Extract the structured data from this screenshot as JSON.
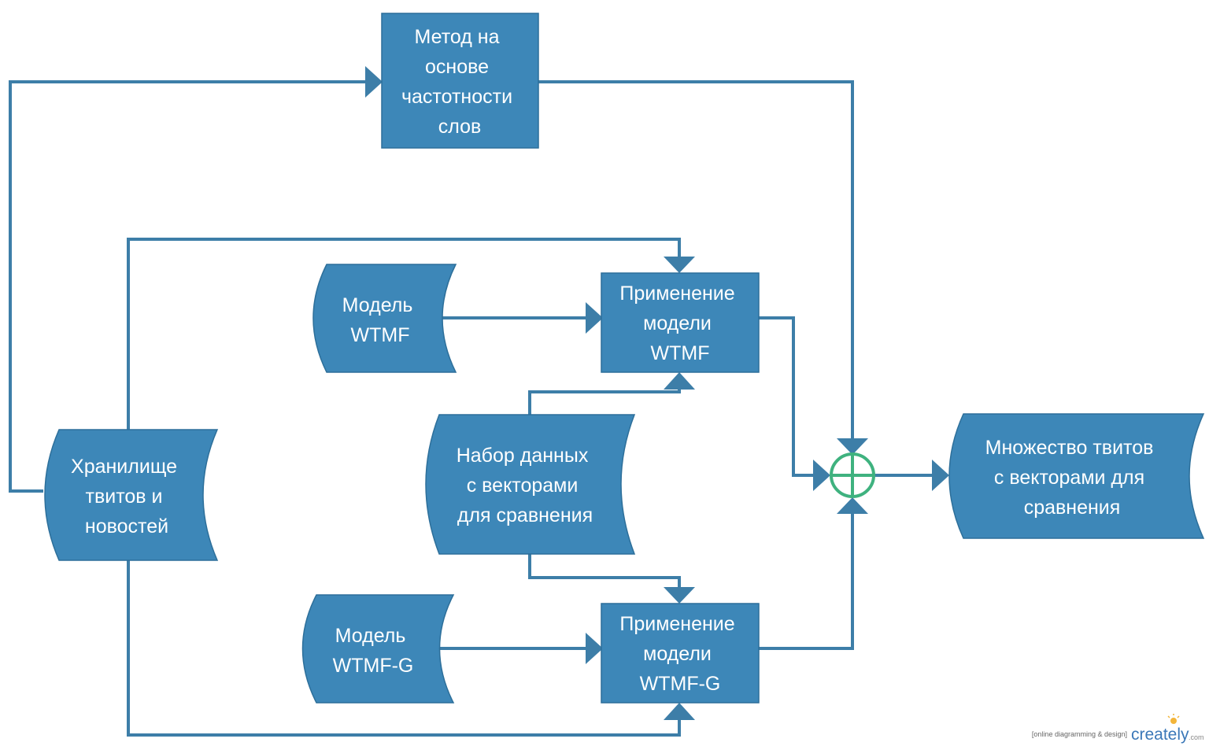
{
  "nodes": {
    "word_frequency_method": {
      "lines": [
        "Метод на",
        "основе",
        "частотности",
        "слов"
      ]
    },
    "apply_wtmf": {
      "lines": [
        "Применение",
        "модели",
        "WTMF"
      ]
    },
    "model_wtmf": {
      "lines": [
        "Модель",
        "WTMF"
      ]
    },
    "dataset_vectors": {
      "lines": [
        "Набор данных",
        "с векторами",
        "для сравнения"
      ]
    },
    "tweet_news_storage": {
      "lines": [
        "Хранилище",
        "твитов и",
        "новостей"
      ]
    },
    "model_wtmf_g": {
      "lines": [
        "Модель",
        "WTMF-G"
      ]
    },
    "apply_wtmf_g": {
      "lines": [
        "Применение",
        "модели",
        "WTMF-G"
      ]
    },
    "tweet_set_vectors": {
      "lines": [
        "Множество твитов",
        "с векторами для",
        "сравнения"
      ]
    }
  },
  "watermark": {
    "tagline": "[online diagramming & design]",
    "brand": "creately",
    "domain": ".com"
  },
  "colors": {
    "node_fill": "#3d87b8",
    "connector": "#3d7ea8",
    "sum_junction": "#3fb27f"
  }
}
